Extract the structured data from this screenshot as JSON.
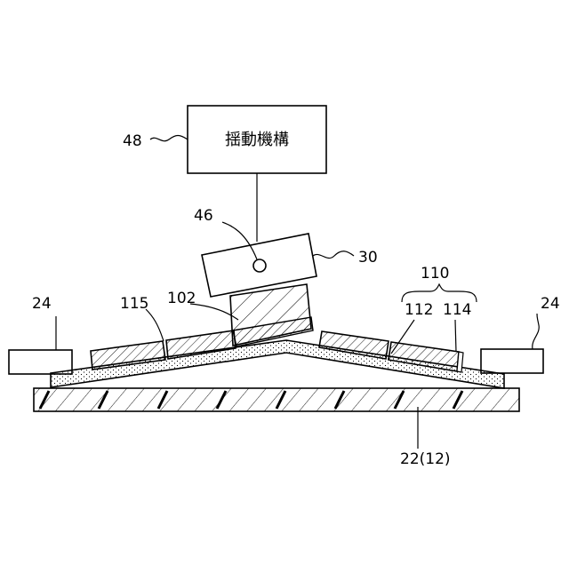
{
  "mechanism_box": {
    "label": "揺動機構"
  },
  "labels": {
    "mechanism": "48",
    "head": "30",
    "pivot": "46",
    "tool_tip": "102",
    "assembly": "110",
    "piece_112": "112",
    "piece_114": "114",
    "piece_115": "115",
    "stopper_left": "24",
    "stopper_right": "24",
    "base": "22(12)"
  }
}
